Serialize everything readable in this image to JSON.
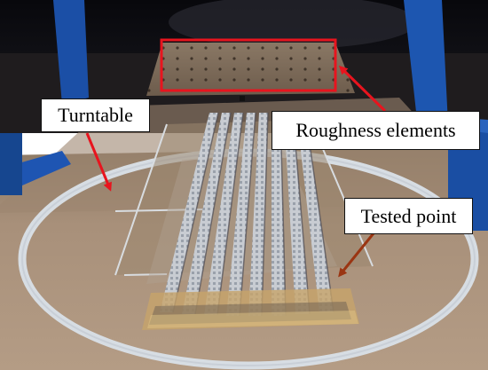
{
  "labels": {
    "turntable": "Turntable",
    "roughness": "Roughness elements",
    "tested_point": "Tested point"
  },
  "colors": {
    "annotation_red": "#e8141e",
    "pointer_brown": "#9a3512",
    "label_border": "#111111",
    "label_background": "#ffffff",
    "floor": "#a88f76",
    "circle_line": "#d9e0e6",
    "pillar_blue": "#1d56b0",
    "ceiling": "#0c0c10",
    "roughness_floor": "#7d6a57"
  },
  "icons": {
    "roughness_marker": "red-rectangle-outline",
    "pointers": "arrow"
  }
}
